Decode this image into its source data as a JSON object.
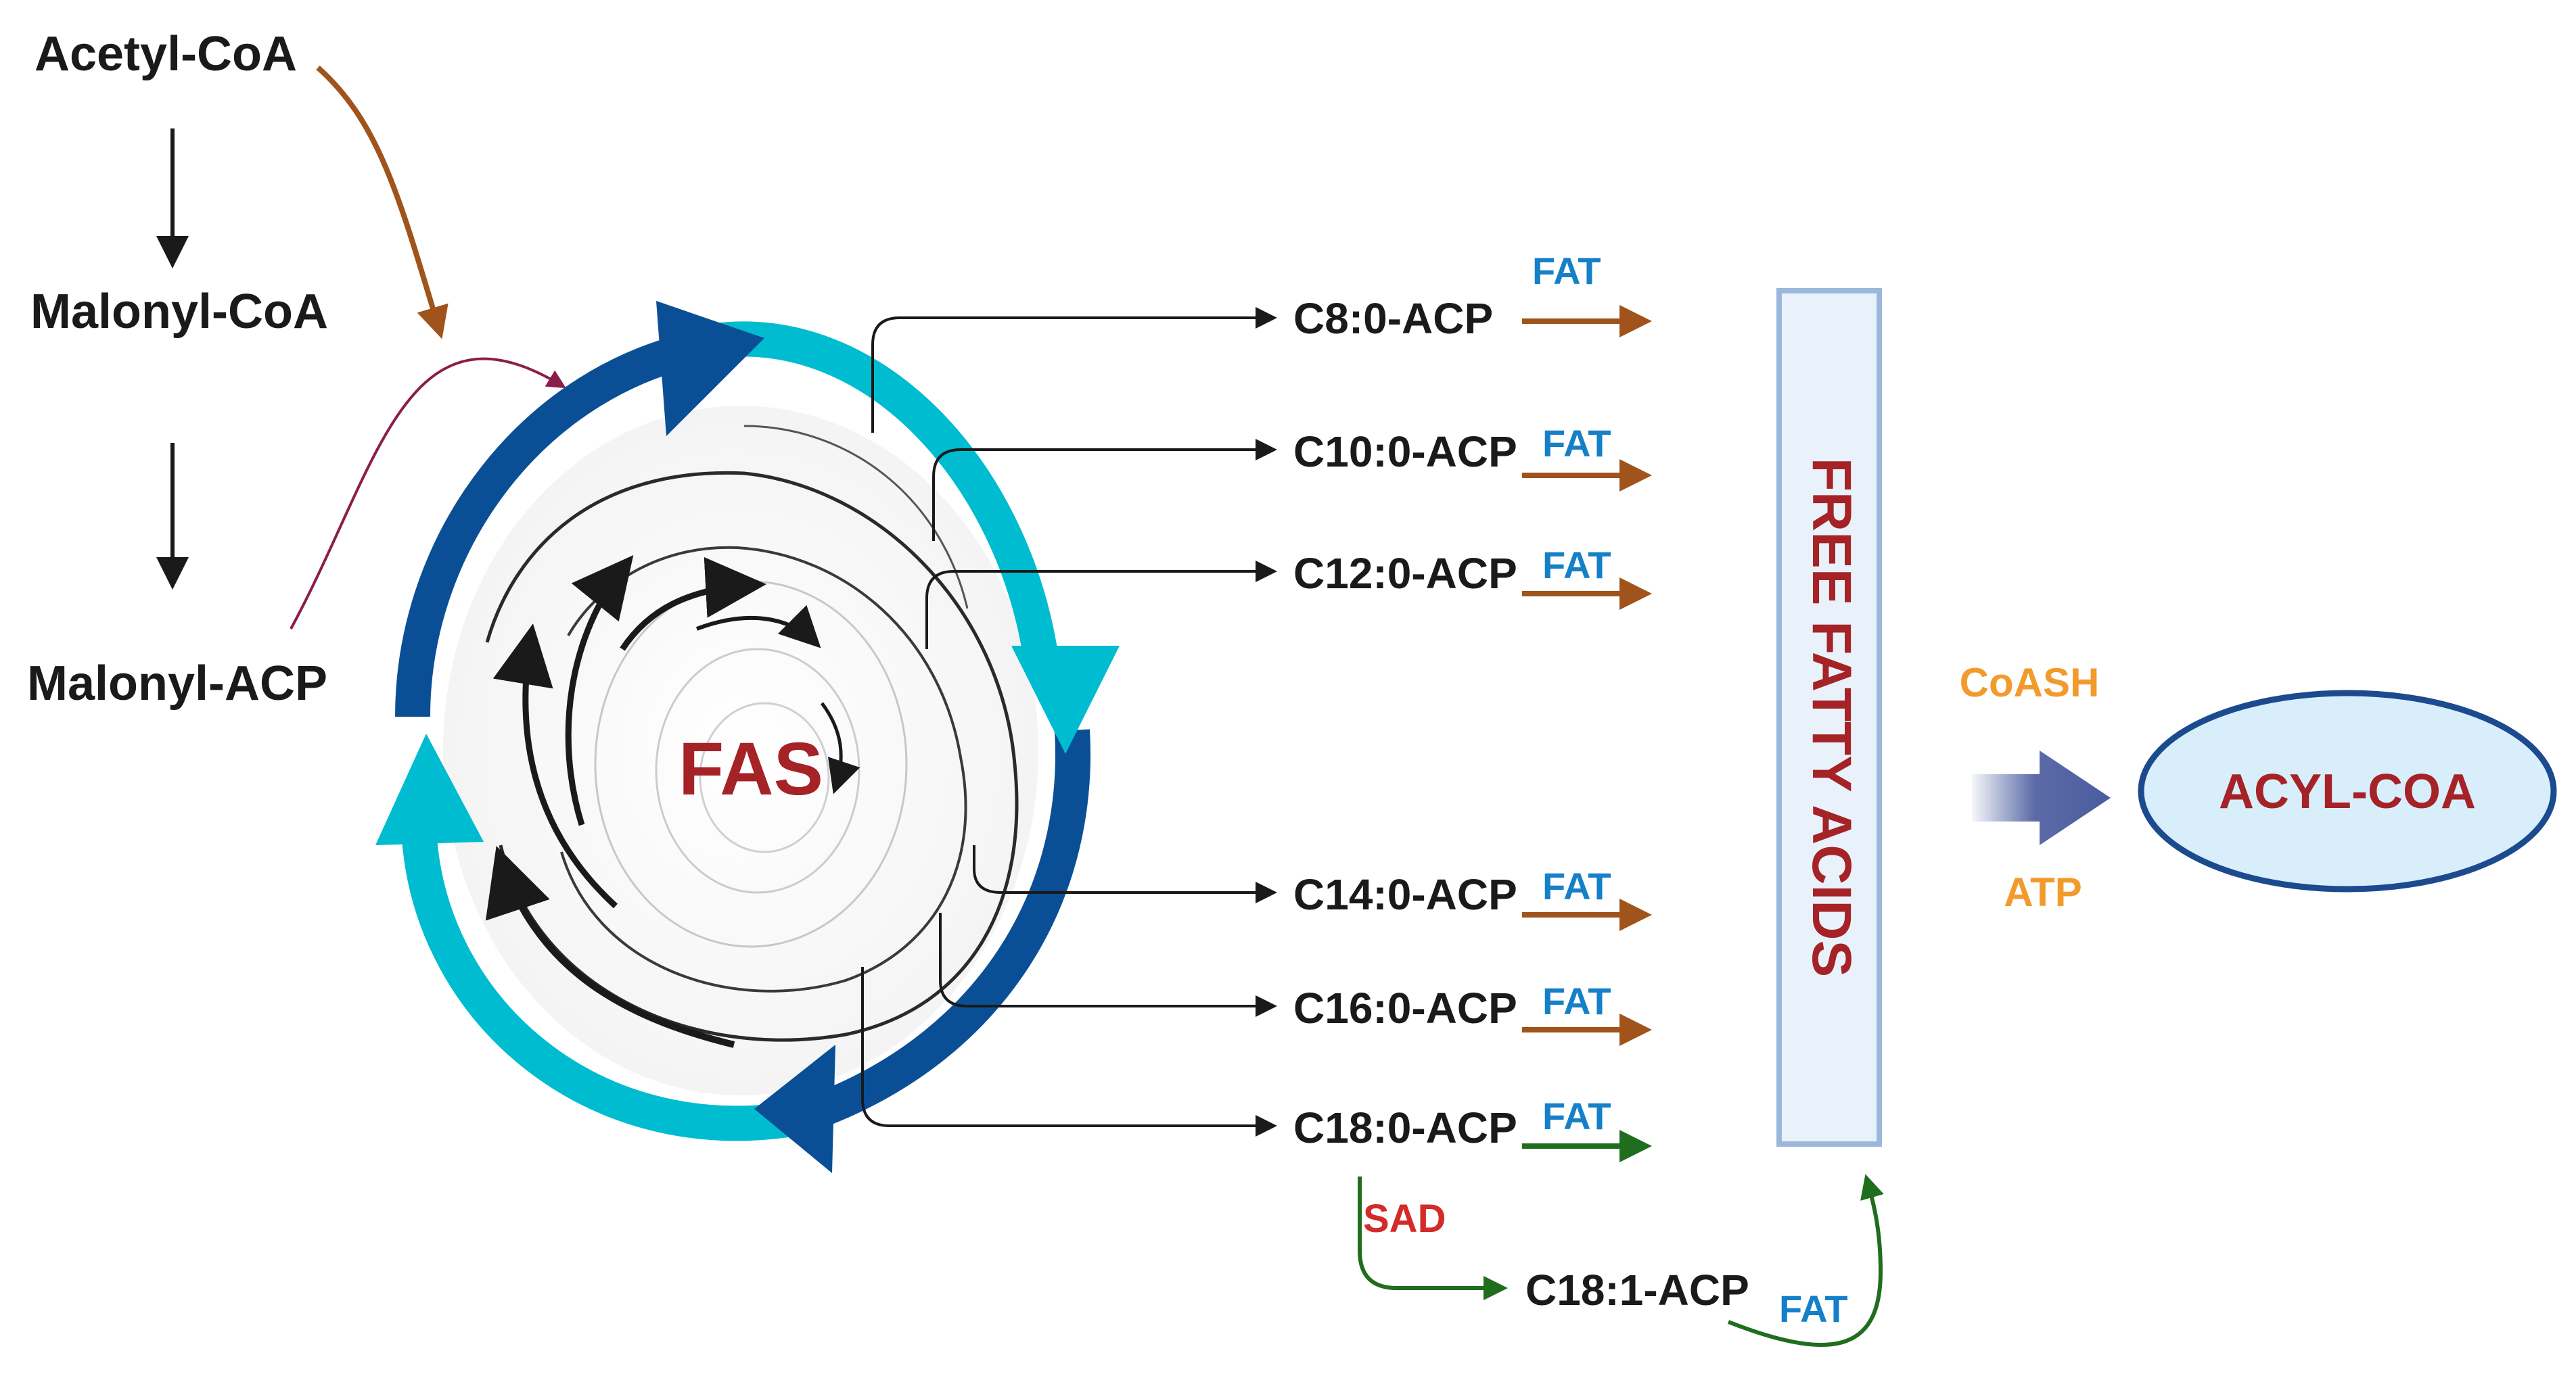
{
  "colors": {
    "black": "#1a1a1a",
    "brown": "#a0531b",
    "maroon": "#8b1d4b",
    "dark_blue": "#0a4f96",
    "cyan": "#00bcd0",
    "label_red": "#a52226",
    "fat_blue": "#1580c8",
    "green": "#1f6e1d",
    "orange": "#f39a2d",
    "sad_red": "#d42a2a",
    "ffa_box_fill": "#e9f2fb",
    "ffa_box_stroke": "#9bb8dc",
    "acyl_fill": "#d9eefb",
    "acyl_stroke": "#1c4a8e",
    "big_arrow": "#4a5b9e"
  },
  "precursors": {
    "acetyl_coa": "Acetyl-CoA",
    "malonyl_coa": "Malonyl-CoA",
    "malonyl_acp": "Malonyl-ACP"
  },
  "cycle": {
    "label": "FAS"
  },
  "acyl_acps": [
    {
      "label": "C8:0-ACP",
      "enzyme": "FAT"
    },
    {
      "label": "C10:0-ACP",
      "enzyme": "FAT"
    },
    {
      "label": "C12:0-ACP",
      "enzyme": "FAT"
    },
    {
      "label": "C14:0-ACP",
      "enzyme": "FAT"
    },
    {
      "label": "C16:0-ACP",
      "enzyme": "FAT"
    },
    {
      "label": "C18:0-ACP",
      "enzyme": "FAT"
    }
  ],
  "desaturation": {
    "enzyme": "SAD",
    "product": "C18:1-ACP",
    "thioesterase": "FAT"
  },
  "free_fatty_acids": "FREE FATTY ACIDS",
  "activation": {
    "cofactor_top": "CoASH",
    "cofactor_bottom": "ATP",
    "product": "ACYL-COA"
  }
}
